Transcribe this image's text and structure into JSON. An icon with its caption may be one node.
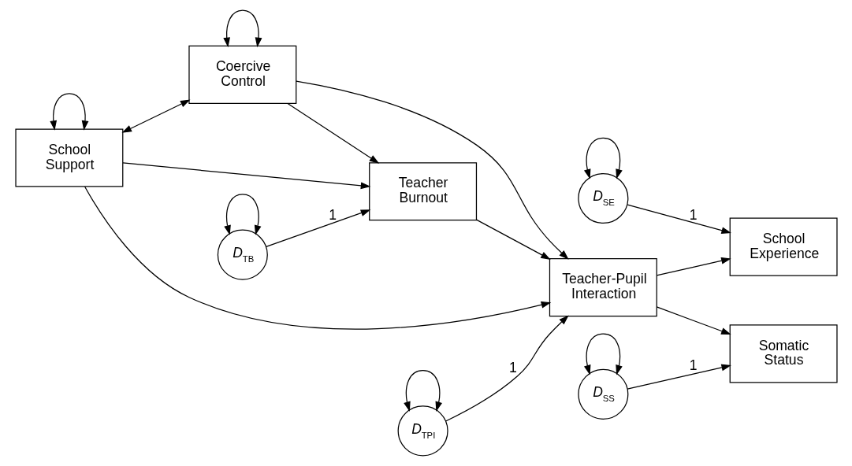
{
  "diagram": {
    "nodes": [
      {
        "text": [
          "School Support"
        ]
      },
      {
        "text": [
          "*D*$_{TB}$"
        ]
      },
      {
        "text": [
          "Teacher Burnout"
        ]
      },
      {
        "text": [
          "Coercive Control"
        ]
      },
      {
        "text": [
          "*D*$_{TPI}$"
        ]
      },
      {
        "text": [
          "Teacher-Pupil Interaction"
        ]
      },
      {
        "text": [
          "*D*$_{SE}$"
        ]
      },
      {
        "text": [
          "School Experience"
        ]
      },
      {
        "text": [
          "*D*$_{SS}$"
        ]
      },
      {
        "text": [
          "Somatic Status"
        ]
      }
    ],
    "edges": [
      {
        "from": 0,
        "to": 0,
        "arrow": "both"
      },
      {
        "from": 0,
        "to": 3,
        "arrow": "both"
      },
      {
        "from": 0,
        "to": 2,
        "arrow": "to"
      },
      {
        "from": 0,
        "to": 5,
        "arrow": "to"
      },
      {
        "from": 1,
        "to": 1,
        "arrow": "both"
      },
      {
        "from": 1,
        "to": 2,
        "arrow": "to",
        "label": "1"
      },
      {
        "from": 3,
        "to": 2,
        "arrow": "to"
      },
      {
        "from": 3,
        "to": 5,
        "arrow": "to"
      },
      {
        "from": 3,
        "to": 3,
        "arrow": "both"
      },
      {
        "from": 2,
        "to": 5,
        "arrow": "to"
      },
      {
        "from": 4,
        "to": 4,
        "arrow": "both"
      },
      {
        "from": 4,
        "to": 5,
        "arrow": "to",
        "label": "1"
      },
      {
        "from": 5,
        "to": 7,
        "arrow": "to"
      },
      {
        "from": 5,
        "to": 9,
        "arrow": "to"
      },
      {
        "from": 6,
        "to": 6,
        "arrow": "both"
      },
      {
        "from": 6,
        "to": 7,
        "arrow": "to",
        "label": "1"
      },
      {
        "from": 8,
        "to": 8,
        "arrow": "both"
      },
      {
        "from": 8,
        "to": 9,
        "arrow": "to",
        "label": "1"
      }
    ]
  }
}
